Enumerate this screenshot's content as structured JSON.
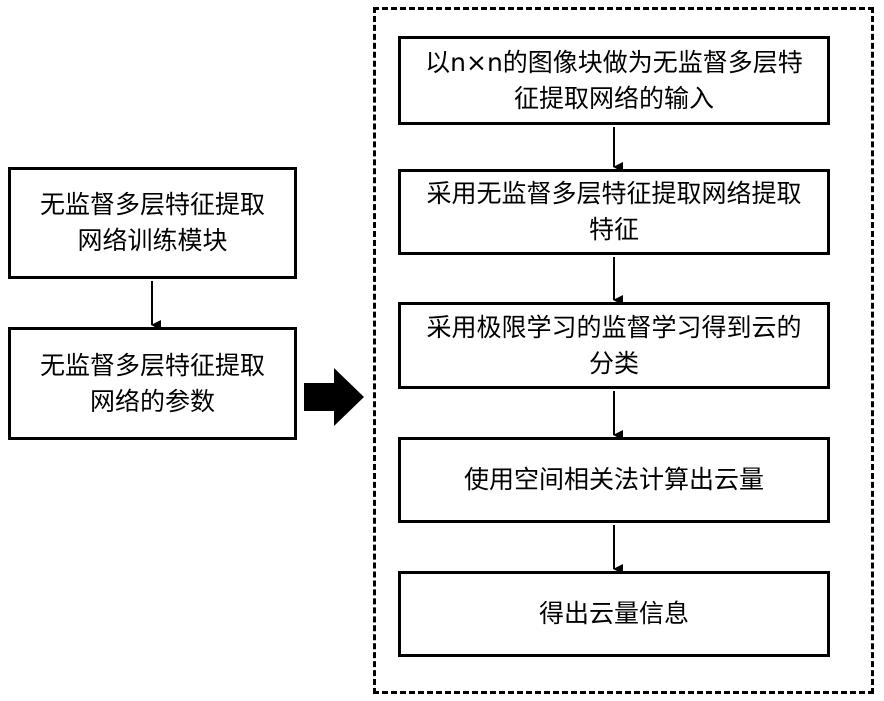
{
  "left_column": {
    "box1": {
      "line1": "无监督多层特征提取",
      "line2": "网络训练模块"
    },
    "box2": {
      "line1": "无监督多层特征提取",
      "line2": "网络的参数"
    }
  },
  "right_column": {
    "step1": {
      "line1": "以n×n的图像块做为无监督多层特",
      "line2": "征提取网络的输入"
    },
    "step2": {
      "line1": "采用无监督多层特征提取网络提取",
      "line2": "特征"
    },
    "step3": {
      "line1": "采用极限学习的监督学习得到云的",
      "line2": "分类"
    },
    "step4": {
      "line1": "使用空间相关法计算出云量"
    },
    "step5": {
      "line1": "得出云量信息"
    }
  },
  "colors": {
    "stroke": "#000000",
    "background": "#ffffff"
  },
  "icons": {
    "connector": "down-arrow-icon",
    "transition": "big-right-arrow-icon"
  }
}
